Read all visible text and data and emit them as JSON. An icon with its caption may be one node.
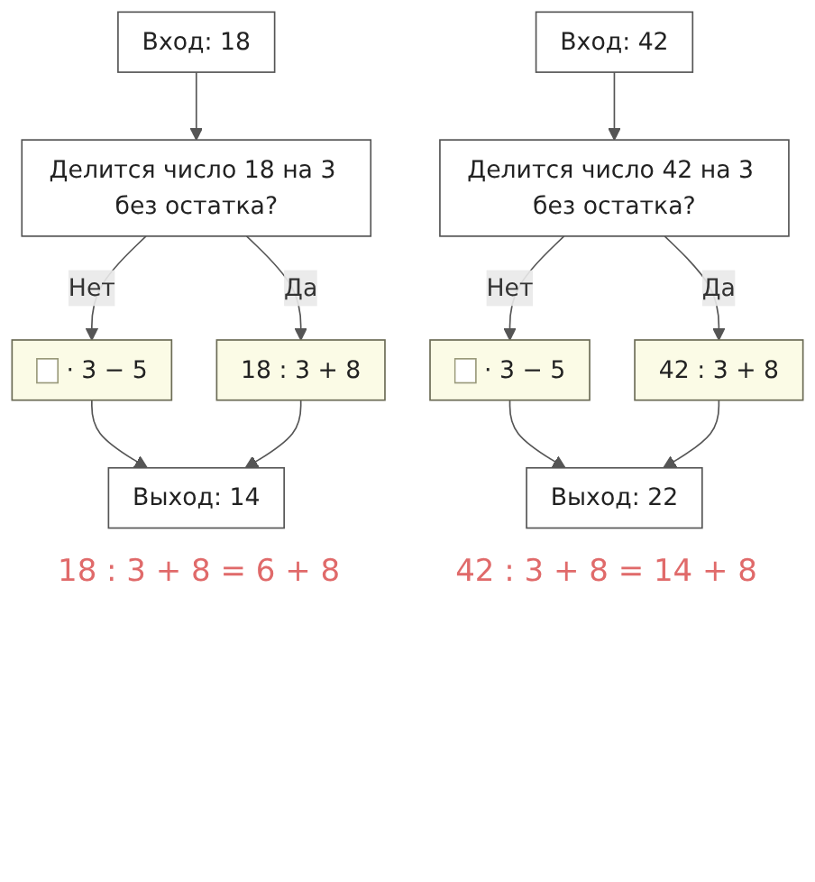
{
  "diagram": {
    "nodes": [
      {
        "text": [
          "Вход: 18"
        ]
      },
      {
        "text": [
          "Делится число 18 на 3 без остатка?"
        ]
      },
      {
        "text": [
          "· 3 − 5"
        ]
      },
      {
        "text": [
          "18 : 3 + 8"
        ]
      },
      {
        "text": [
          "Выход: 14"
        ]
      },
      {
        "text": [
          "Вход: 42"
        ]
      },
      {
        "text": [
          "Делится число 42 на 3 без остатка?"
        ]
      },
      {
        "text": [
          "· 3 − 5"
        ]
      },
      {
        "text": [
          "42 : 3 + 8"
        ]
      },
      {
        "text": [
          "Выход: 22"
        ]
      }
    ],
    "edges": [
      {
        "from": 0,
        "to": 1,
        "arrow": "to"
      },
      {
        "from": 1,
        "to": 2,
        "label": "Нет",
        "arrow": "to"
      },
      {
        "from": 1,
        "to": 3,
        "label": "Да",
        "arrow": "to"
      },
      {
        "from": 2,
        "to": 4,
        "arrow": "to"
      },
      {
        "from": 3,
        "to": 4,
        "arrow": "to"
      },
      {
        "from": 5,
        "to": 6,
        "arrow": "to"
      },
      {
        "from": 6,
        "to": 7,
        "label": "Нет",
        "arrow": "to"
      },
      {
        "from": 6,
        "to": 8,
        "label": "Да",
        "arrow": "to"
      },
      {
        "from": 7,
        "to": 9,
        "arrow": "to"
      },
      {
        "from": 8,
        "to": 9,
        "arrow": "to"
      }
    ],
    "labels": [
      "18 : 3 + 8 = 6 + 8",
      "42 : 3 + 8 = 14 + 8"
    ]
  }
}
